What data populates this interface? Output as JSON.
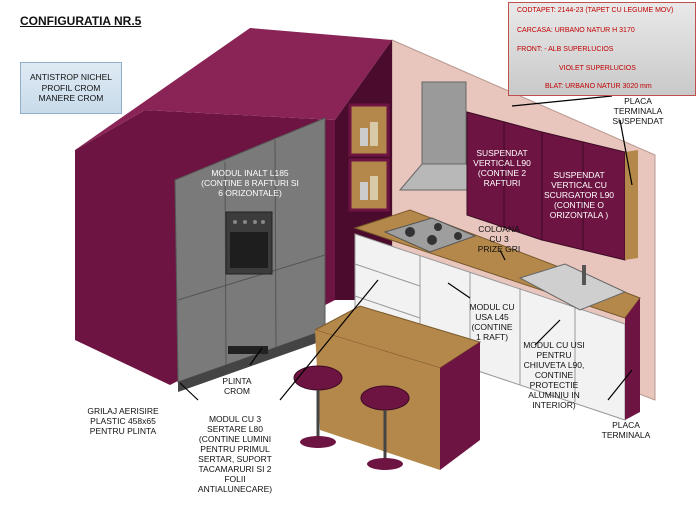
{
  "title": "CONFIGURATIA NR.5",
  "info_box": {
    "lines": [
      "ANTISTROP NICHEL",
      "PROFIL CROM",
      "MANERE CROM"
    ]
  },
  "spec_box": {
    "line1": "CODTAPET: 2144-23 (TAPET CU LEGUME MOV)",
    "line2": "CARCASA:  URBANO NATUR H 3170",
    "line3": "FRONT: -     ALB SUPERLUCIOS",
    "line4": "VIOLET SUPERLUCIOS",
    "line5": "BLAT: URBANO NATUR 3020 mm"
  },
  "labels": {
    "modul_inalt": "MODUL INALT L185\n(CONTINE 8 RAFTURI SI\n6 ORIZONTALE)",
    "placa_suspendat": "PLACA\nTERMINALA\nSUSPENDAT",
    "suspendat_l90": "SUSPENDAT\nVERTICAL L90\n(CONTINE 2\nRAFTURI",
    "suspendat_scurgator": "SUSPENDAT\nVERTICAL CU\nSCURGATOR L90\n(CONTINE O\nORIZONTALA )",
    "coloana": "COLOANA\nCU 3\nPRIZE GRI",
    "modul_usa": "MODUL CU\nUSA L45\n(CONTINE\n1 RAFT)",
    "modul_chiuveta": "MODUL CU USI\nPENTRU\nCHIUVETA  L90,\nCONTINE\nPROTECTIE\nALUMINIU IN\nINTERIOR)",
    "plinta": "PLINTA\nCROM",
    "modul_sertare": "MODUL CU 3\nSERTARE L80\n(CONTINE LUMINI\nPENTRU PRIMUL\nSERTAR, SUPORT\nTACAMARURI SI 2\nFOLII\nANTIALUNECARE)",
    "grilaj": "GRILAJ AERISIRE\nPLASTIC 458x65\nPENTRU PLINTA",
    "placa_terminala": "PLACA\nTERMINALA"
  },
  "colors": {
    "plum": "#6e1442",
    "plum_dark": "#4a0b2c",
    "wall_pink": "#e9c6bd",
    "wood": "#b4884a",
    "grey_panel": "#7a7a7a",
    "white_front": "#f2f2f2",
    "spec_text": "#c00000"
  }
}
